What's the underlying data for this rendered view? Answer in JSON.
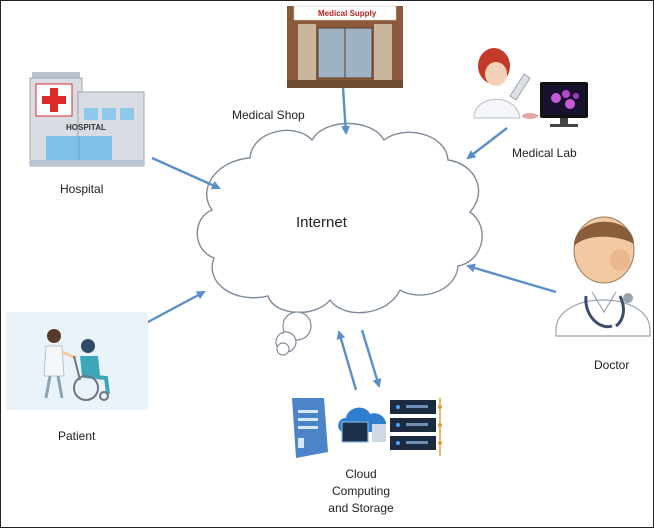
{
  "diagram": {
    "center": "Internet",
    "nodes": {
      "hospital": {
        "label": "Hospital",
        "sign_text": "HOSPITAL"
      },
      "medical_shop": {
        "label": "Medical Shop",
        "sign_text": "Medical Supply"
      },
      "medical_lab": {
        "label": "Medical Lab"
      },
      "doctor": {
        "label": "Doctor"
      },
      "patient": {
        "label": "Patient"
      },
      "cloud": {
        "label": "Cloud\nComputing\nand Storage"
      }
    },
    "colors": {
      "arrow": "#5b8fc9",
      "cloud_stroke": "#7f8b9a",
      "frame": "#222222"
    }
  }
}
